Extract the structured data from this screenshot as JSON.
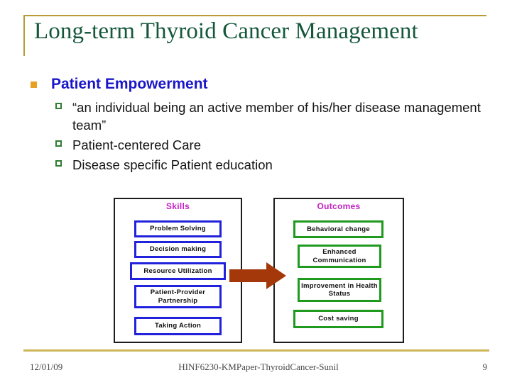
{
  "slide": {
    "title": "Long-term Thyroid Cancer Management",
    "accent_gold": "#b99a36",
    "title_color": "#15573a"
  },
  "content": {
    "bullets": [
      {
        "level": 1,
        "text": "Patient Empowerment",
        "marker": "filled-square-bullet-icon"
      },
      {
        "level": 2,
        "text": "“an individual being an active member of his/her disease management team”",
        "marker": "hollow-square-bullet-icon"
      },
      {
        "level": 2,
        "text": "Patient-centered Care",
        "marker": "hollow-square-bullet-icon"
      },
      {
        "level": 2,
        "text": "Disease specific Patient education",
        "marker": "hollow-square-bullet-icon"
      }
    ]
  },
  "diagram": {
    "arrow": {
      "name": "rightward-arrow-icon",
      "color": "#a4380a",
      "direction": "right"
    },
    "panels": [
      {
        "id": "skills",
        "heading": "Skills",
        "heading_color": "#c221c2",
        "node_border_color": "#2222dd",
        "nodes": [
          "Problem Solving",
          "Decision making",
          "Resource Utilization",
          "Patient-Provider Partnership",
          "Taking Action"
        ]
      },
      {
        "id": "outcomes",
        "heading": "Outcomes",
        "heading_color": "#c221c2",
        "node_border_color": "#1f9a1f",
        "nodes": [
          "Behavioral change",
          "Enhanced Communication",
          "Improvement in Health Status",
          "Cost saving"
        ]
      }
    ]
  },
  "footer": {
    "date": "12/01/09",
    "center": "HINF6230-KMPaper-ThyroidCancer-Sunil",
    "page_number": "9"
  }
}
